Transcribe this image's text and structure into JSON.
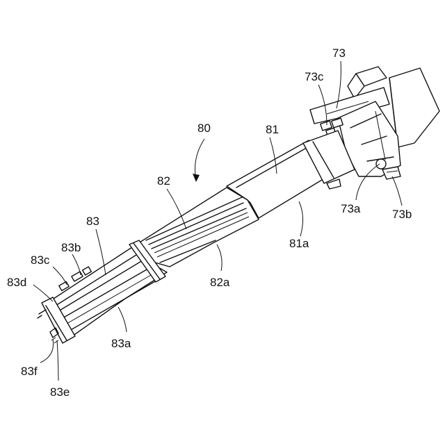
{
  "labels": {
    "l80": "80",
    "l73": "73",
    "l73c": "73c",
    "l81": "81",
    "l82": "82",
    "l83": "83",
    "l83b": "83b",
    "l83c": "83c",
    "l83d": "83d",
    "l73a": "73a",
    "l73b": "73b",
    "l81a": "81a",
    "l82a": "82a",
    "l83a": "83a",
    "l83f": "83f",
    "l83e": "83e"
  }
}
